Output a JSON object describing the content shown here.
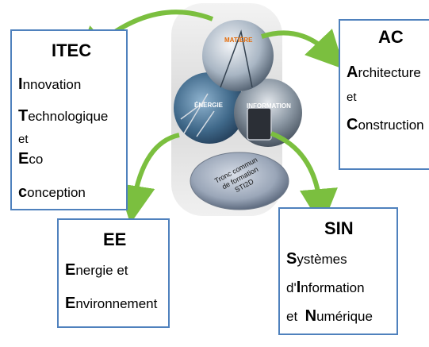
{
  "center": {
    "spheres": {
      "matiere": "MATIÈRE",
      "energie": "ÉNERGIE",
      "information": "INFORMATION"
    },
    "disc": {
      "line1": "Tronc commun",
      "line2": "de formation",
      "line3": "STI2D"
    }
  },
  "boxes": {
    "itec": {
      "title": "ITEC",
      "lines": [
        {
          "initial": "I",
          "rest": "nnovation"
        },
        {
          "initial": "T",
          "rest": "echnologique"
        },
        {
          "initial": "",
          "rest": "et"
        },
        {
          "initial": "E",
          "rest": "co"
        },
        {
          "initial": "c",
          "rest": "onception"
        }
      ]
    },
    "ac": {
      "title": "AC",
      "lines": [
        {
          "initial": "A",
          "rest": "rchitecture"
        },
        {
          "initial": "",
          "rest": "et"
        },
        {
          "initial": "C",
          "rest": "onstruction"
        }
      ]
    },
    "ee": {
      "title": "EE",
      "lines": [
        {
          "initial": "E",
          "rest": "nergie et"
        },
        {
          "initial": "E",
          "rest": "nvironnement"
        }
      ]
    },
    "sin": {
      "title": "SIN",
      "lines": [
        {
          "initial": "S",
          "rest": "ystèmes"
        },
        {
          "initial": "",
          "pre": "d'",
          "initial2": "I",
          "rest": "nformation"
        },
        {
          "initial": "",
          "pre": "et  ",
          "initial2": "N",
          "rest": "umérique"
        }
      ]
    }
  },
  "colors": {
    "box_border": "#4f81bd",
    "arrow": "#7bbf3f",
    "matiere_label": "#e36c0a",
    "sphere_label": "#ffffff"
  }
}
